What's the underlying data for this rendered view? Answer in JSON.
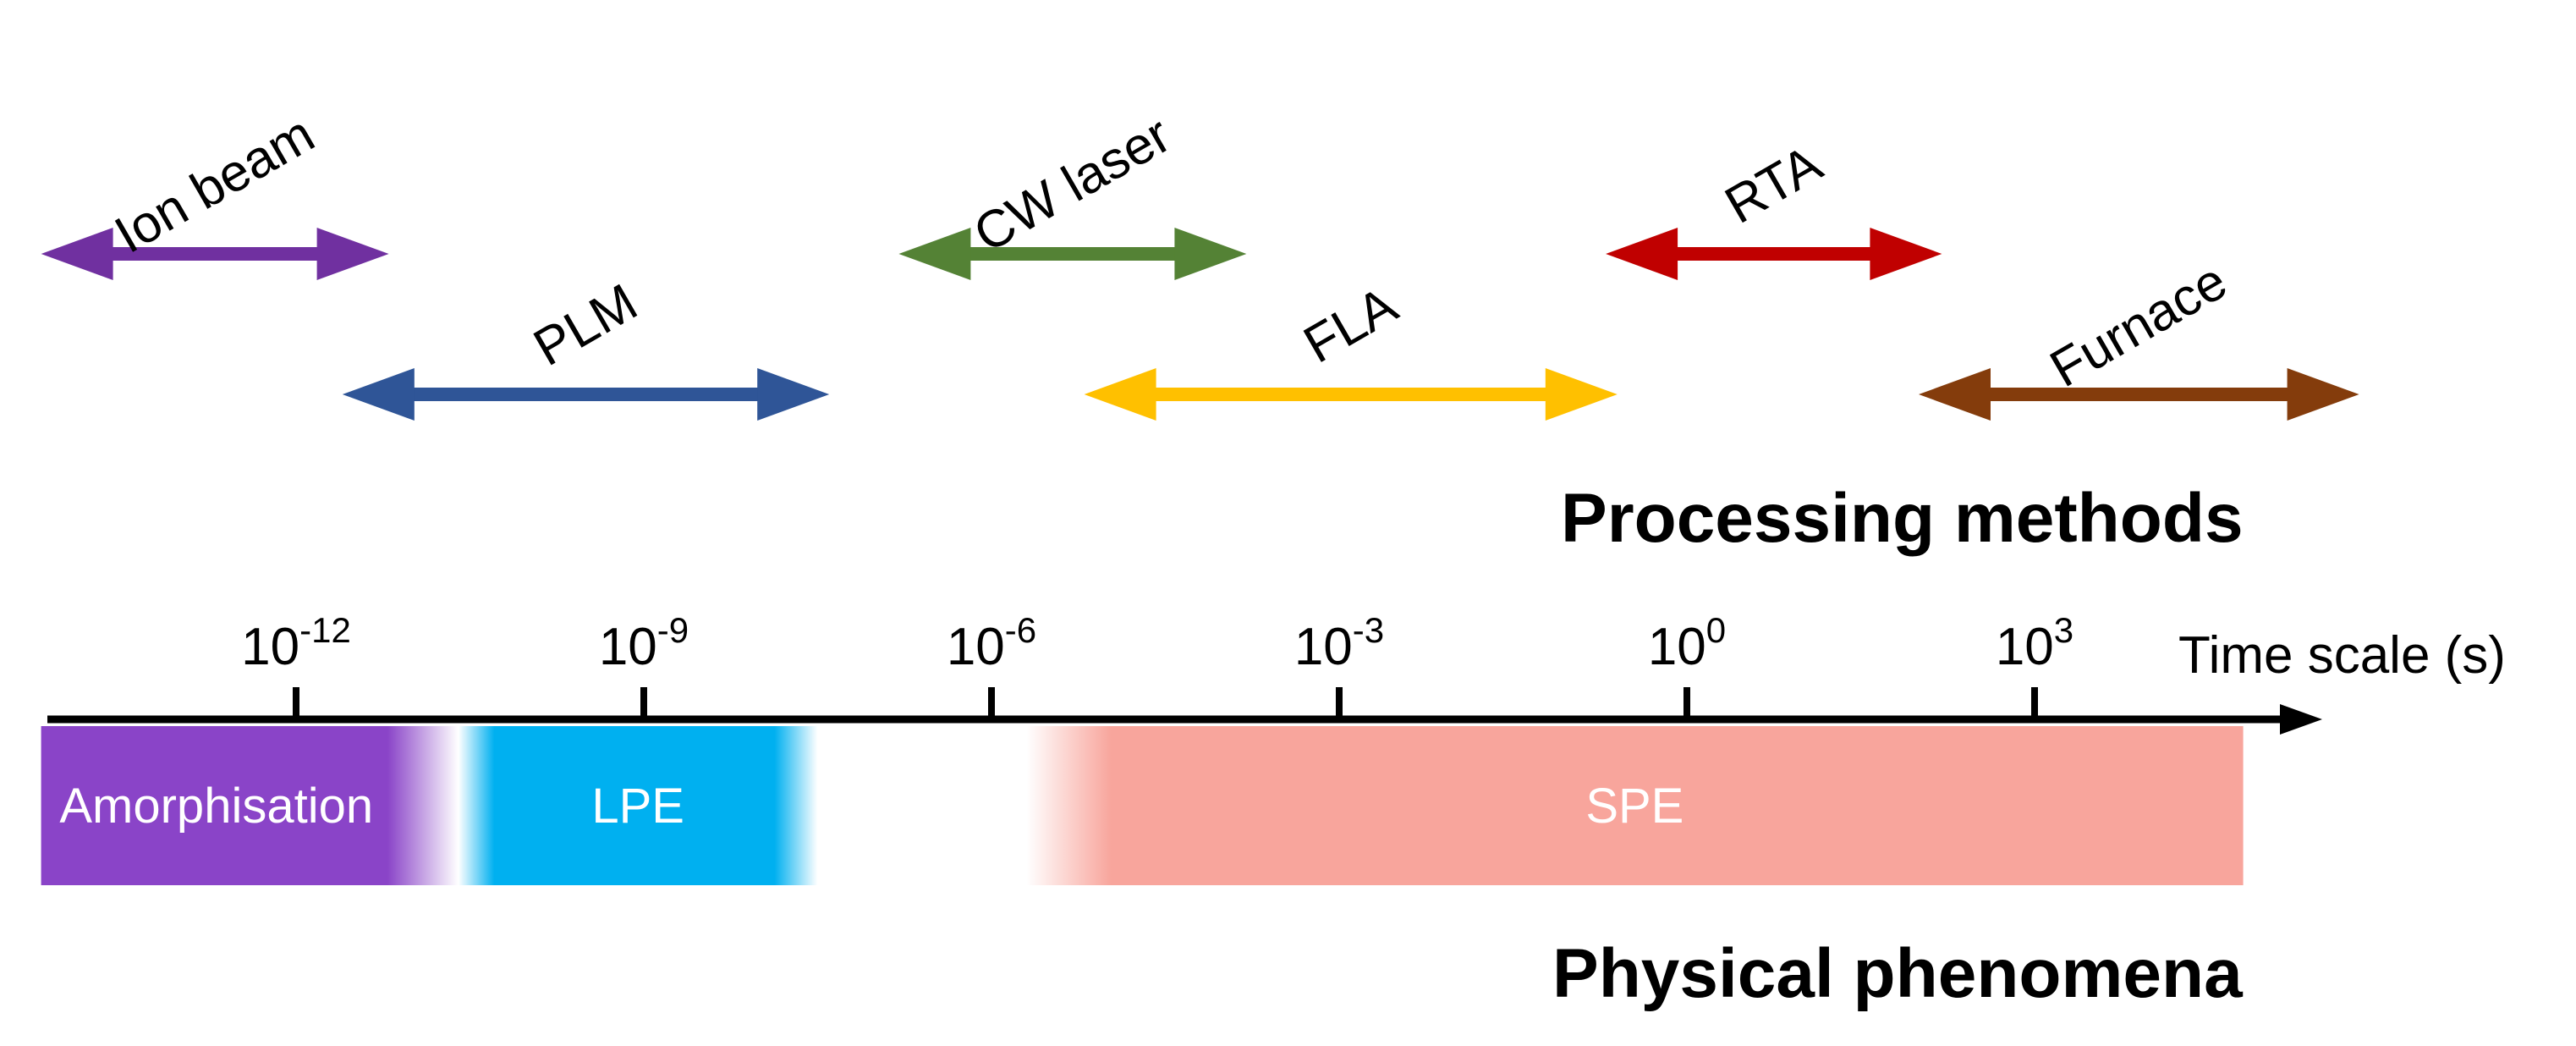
{
  "headings": {
    "methods": "Processing methods",
    "phenomena": "Physical phenomena"
  },
  "axis": {
    "label": "Time scale (s)",
    "ticks": [
      {
        "base": "10",
        "exp": "-12",
        "log10_seconds": -12
      },
      {
        "base": "10",
        "exp": "-9",
        "log10_seconds": -9
      },
      {
        "base": "10",
        "exp": "-6",
        "log10_seconds": -6
      },
      {
        "base": "10",
        "exp": "-3",
        "log10_seconds": -3
      },
      {
        "base": "10",
        "exp": "0",
        "log10_seconds": 0
      },
      {
        "base": "10",
        "exp": "3",
        "log10_seconds": 3
      }
    ]
  },
  "methods": [
    {
      "label": "Ion beam",
      "color": "#7030a0",
      "log10_start": -14.2,
      "log10_end": -11.2
    },
    {
      "label": "PLM",
      "color": "#2f5597",
      "log10_start": -11.6,
      "log10_end": -7.4
    },
    {
      "label": "CW laser",
      "color": "#548235",
      "log10_start": -6.8,
      "log10_end": -3.8
    },
    {
      "label": "FLA",
      "color": "#ffc000",
      "log10_start": -5.2,
      "log10_end": -0.6
    },
    {
      "label": "RTA",
      "color": "#c00000",
      "log10_start": -0.7,
      "log10_end": 2.2
    },
    {
      "label": "Furnace",
      "color": "#843c0c",
      "log10_start": 2.0,
      "log10_end": 5.8
    }
  ],
  "phenomena": [
    {
      "label": "Amorphisation",
      "color": "#8a44c8",
      "log10_start": -14.2,
      "log10_end": -10.6,
      "fade": "right"
    },
    {
      "label": "LPE",
      "color": "#00b0f0",
      "log10_start": -10.6,
      "log10_end": -7.5,
      "fade": "both"
    },
    {
      "label": "SPE",
      "color": "#f8a59c",
      "log10_start": -5.7,
      "log10_end": 4.8,
      "fade": "left"
    }
  ]
}
